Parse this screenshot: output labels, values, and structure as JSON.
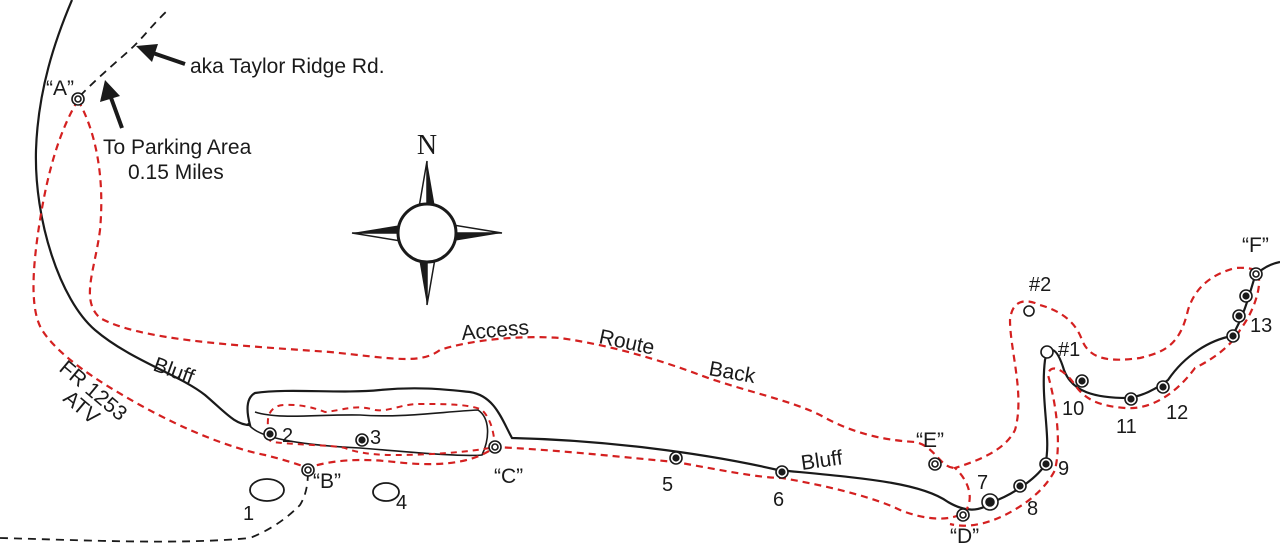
{
  "map": {
    "labels": {
      "road_aka": "aka Taylor Ridge Rd.",
      "parking_line1": "To Parking Area",
      "parking_line2": "0.15 Miles",
      "compass_north": "N",
      "access": "Access",
      "route": "Route",
      "back": "Back",
      "bluff_left": "Bluff",
      "bluff_right": "Bluff",
      "fr_road": "FR 1253",
      "atv": "ATV"
    },
    "waypoints": [
      "“A”",
      "“B”",
      "“C”",
      "“D”",
      "“E”",
      "“F”"
    ],
    "stops": [
      "1",
      "2",
      "3",
      "4",
      "5",
      "6",
      "7",
      "8",
      "9",
      "10",
      "11",
      "12",
      "13"
    ],
    "features": [
      "#1",
      "#2"
    ],
    "colors": {
      "trail": "#d42020",
      "line": "#1a1a1a"
    }
  }
}
